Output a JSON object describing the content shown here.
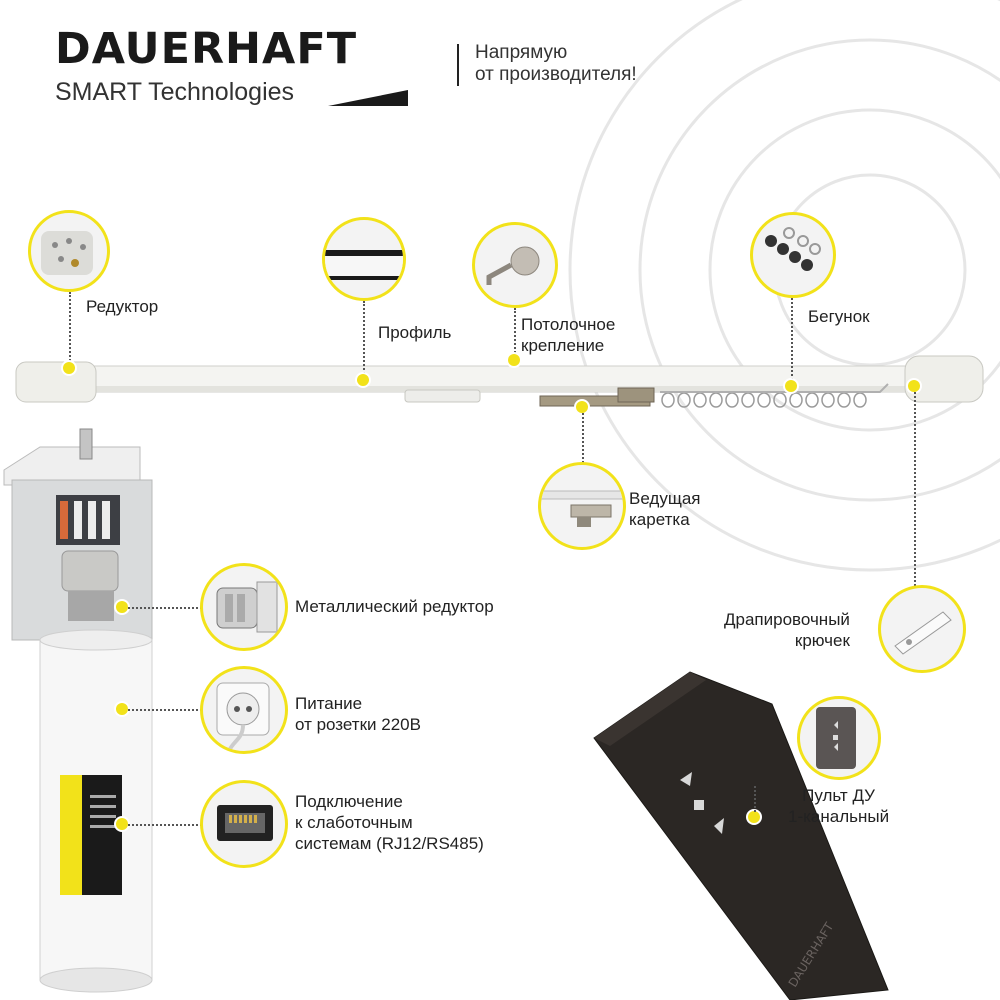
{
  "brand": {
    "name": "DAUERHAFT",
    "subtitle": "SMART Technologies",
    "slogan_line1": "Напрямую",
    "slogan_line2": "от производителя!"
  },
  "callouts": {
    "reducer": "Редуктор",
    "profile": "Профиль",
    "ceiling_mount_line1": "Потолочное",
    "ceiling_mount_line2": "крепление",
    "runner": "Бегунок",
    "carriage_line1": "Ведущая",
    "carriage_line2": "каретка",
    "drape_hook_line1": "Драпировочный",
    "drape_hook_line2": "крючек",
    "metal_reducer": "Металлический редуктор",
    "power_line1": "Питание",
    "power_line2": "от розетки 220В",
    "connection_line1": "Подключение",
    "connection_line2": "к слаботочным",
    "connection_line3": "системам (RJ12/RS485)",
    "remote_line1": "Пульт ДУ",
    "remote_line2": "1-канальный"
  },
  "colors": {
    "accent": "#f2e21a",
    "remote_body": "#2b2724",
    "text": "#222222"
  }
}
